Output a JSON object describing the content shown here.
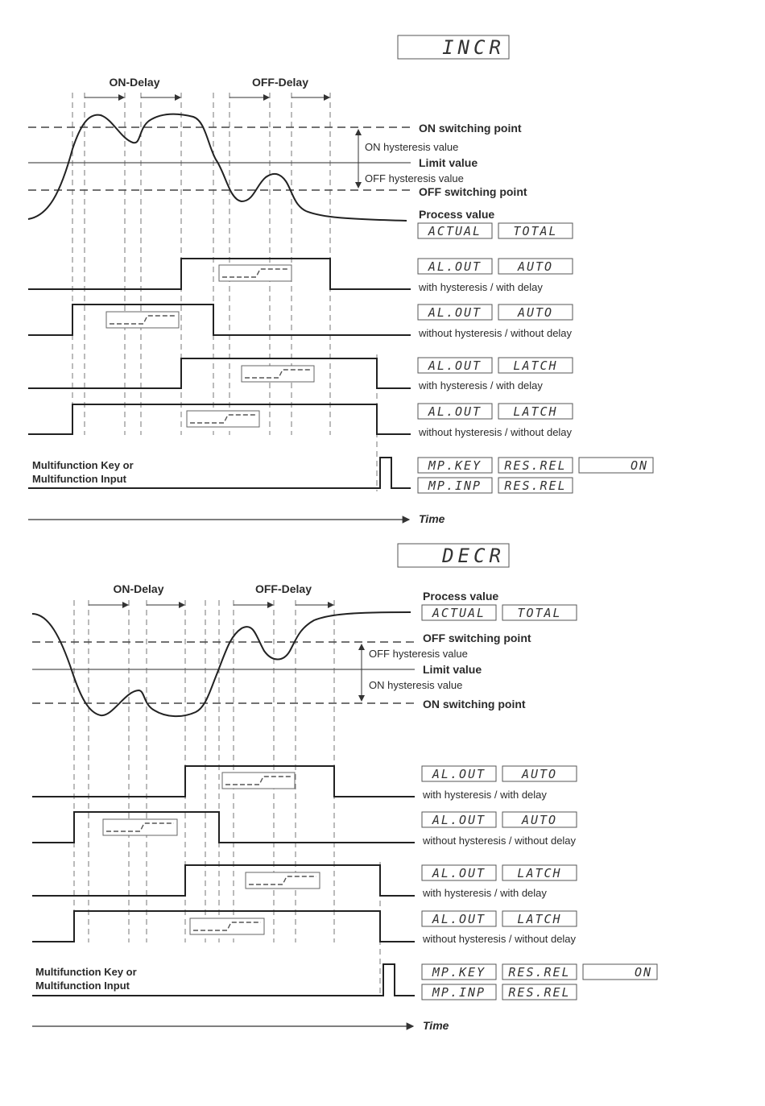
{
  "incr": {
    "mode_display": "INCR",
    "on_delay": "ON-Delay",
    "off_delay": "OFF-Delay",
    "on_switching_point": "ON switching point",
    "on_hysteresis_value": "ON hysteresis value",
    "limit_value": "Limit value",
    "off_hysteresis_value": "OFF hysteresis value",
    "off_switching_point": "OFF switching point",
    "process_value": "Process value",
    "display_actual": "ACTUAL",
    "display_total": "TOTAL",
    "rows": [
      {
        "d1": "AL.OUT",
        "d2": "AUTO",
        "caption": "with hysteresis / with delay"
      },
      {
        "d1": "AL.OUT",
        "d2": "AUTO",
        "caption": "without hysteresis / without delay"
      },
      {
        "d1": "AL.OUT",
        "d2": "LATCH",
        "caption": "with hysteresis / with delay"
      },
      {
        "d1": "AL.OUT",
        "d2": "LATCH",
        "caption": "without hysteresis / without delay"
      }
    ],
    "mf_line1": "Multifunction Key or",
    "mf_line2": "Multifunction Input",
    "mf_displays": {
      "a1": "MP.KEY",
      "a2": "RES.REL",
      "a3": "ON",
      "b1": "MP.INP",
      "b2": "RES.REL"
    },
    "time_label": "Time"
  },
  "decr": {
    "mode_display": "DECR",
    "on_delay": "ON-Delay",
    "off_delay": "OFF-Delay",
    "process_value": "Process value",
    "display_actual": "ACTUAL",
    "display_total": "TOTAL",
    "off_switching_point": "OFF switching point",
    "off_hysteresis_value": "OFF hysteresis value",
    "limit_value": "Limit value",
    "on_hysteresis_value": "ON hysteresis value",
    "on_switching_point": "ON switching point",
    "rows": [
      {
        "d1": "AL.OUT",
        "d2": "AUTO",
        "caption": "with hysteresis / with delay"
      },
      {
        "d1": "AL.OUT",
        "d2": "AUTO",
        "caption": "without hysteresis / without delay"
      },
      {
        "d1": "AL.OUT",
        "d2": "LATCH",
        "caption": "with hysteresis / with delay"
      },
      {
        "d1": "AL.OUT",
        "d2": "LATCH",
        "caption": "without hysteresis / without delay"
      }
    ],
    "mf_line1": "Multifunction Key or",
    "mf_line2": "Multifunction Input",
    "mf_displays": {
      "a1": "MP.KEY",
      "a2": "RES.REL",
      "a3": "ON",
      "b1": "MP.INP",
      "b2": "RES.REL"
    },
    "time_label": "Time"
  }
}
